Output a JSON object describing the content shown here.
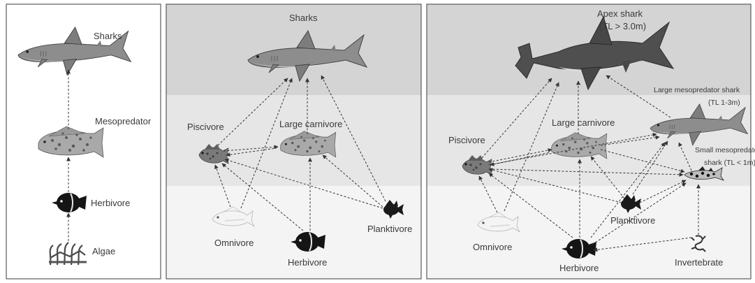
{
  "panels": [
    {
      "id": "simple-chain",
      "labels": {
        "sharks": "Sharks",
        "mesopredator": "Mesopredator",
        "herbivore": "Herbivore",
        "algae": "Algae"
      }
    },
    {
      "id": "reef-web",
      "labels": {
        "sharks": "Sharks",
        "piscivore": "Piscivore",
        "large_carnivore": "Large carnivore",
        "omnivore": "Omnivore",
        "herbivore": "Herbivore",
        "planktivore": "Planktivore"
      }
    },
    {
      "id": "shark-size-web",
      "labels": {
        "apex_shark": "Apex shark",
        "apex_shark_size": "(TL > 3.0m)",
        "large_meso": "Large mesopredator shark",
        "large_meso_size": "(TL 1-3m)",
        "small_meso": "Small mesopredator",
        "small_meso_size": "shark (TL < 1m)",
        "piscivore": "Piscivore",
        "large_carnivore": "Large carnivore",
        "planktivore": "Planktivore",
        "omnivore": "Omnivore",
        "herbivore": "Herbivore",
        "invertebrate": "Invertebrate"
      }
    }
  ],
  "colors": {
    "panel_border": "#5a5a5a",
    "band_top": "#d4d4d4",
    "band_mid": "#e6e6e6",
    "band_bottom": "#f4f4f4",
    "label": "#3a3a3a",
    "arrow": "#333333"
  },
  "icons": [
    "shark-icon",
    "grouper-icon",
    "butterflyfish-icon",
    "algae-icon",
    "snapper-icon",
    "damselfish-icon",
    "hammerhead-icon",
    "small-shark-icon",
    "invertebrate-icon"
  ]
}
